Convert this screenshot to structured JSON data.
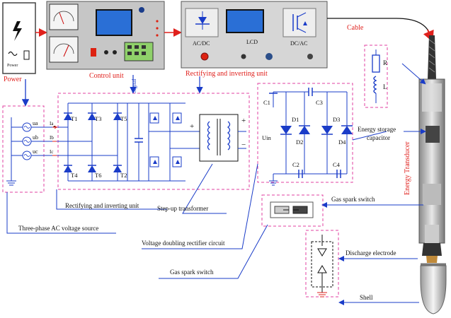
{
  "labels": {
    "power": "Power",
    "power_small": "Power",
    "control_unit": "Control unit",
    "rect_unit_top": "Rectifying and inverting unit",
    "cable": "Cable",
    "acdc": "AC/DC",
    "dcac": "DC/AC",
    "lcd": "LCD",
    "signal": "Signal",
    "r": "R",
    "l": "L",
    "t1": "T1",
    "t3": "T3",
    "t5": "T5",
    "t4": "T4",
    "t6": "T6",
    "t2": "T2",
    "ua": "ua",
    "ub": "ub",
    "uc": "uc",
    "ia": "Ia",
    "ib": "Ib",
    "ic": "Ic",
    "plus": "+",
    "minus": "−",
    "c1": "C1",
    "c2": "C2",
    "c3": "C3",
    "c4": "C4",
    "d1": "D1",
    "d2": "D2",
    "d3": "D3",
    "d4": "D4",
    "uin": "Uin",
    "energy_storage": "Energy storage",
    "capacitor": "capacitor",
    "energy_transducer": "Energy Transducer",
    "gas_switch_right": "Gas spark switch",
    "discharge_electrode": "Discharge electrode",
    "shell": "Shell",
    "rect_unit_bottom": "Rectifying and inverting unit",
    "step_up": "Step-up transformer",
    "three_phase": "Three-phase AC voltage source",
    "voltage_doubling": "Voltage doubling rectifier circuit",
    "gas_switch_left": "Gas spark switch"
  }
}
